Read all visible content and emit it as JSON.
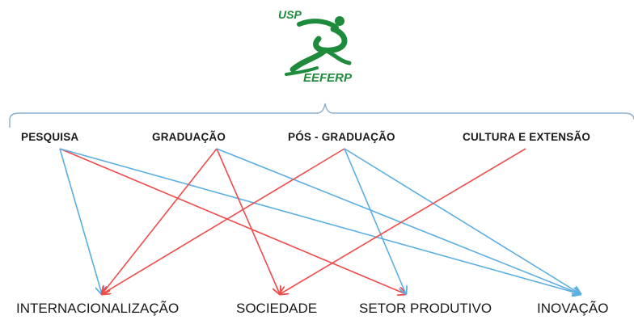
{
  "logo": {
    "top_text": "USP",
    "bottom_text": "EEFERP",
    "color": "#1e8a3c"
  },
  "sources": {
    "pesquisa": "PESQUISA",
    "graduacao": "GRADUAÇÃO",
    "pos_graduacao": "PÓS - GRADUAÇÃO",
    "cultura_extensao": "CULTURA E EXTENSÃO"
  },
  "targets": {
    "internacionalizacao": "INTERNACIONALIZAÇÃO",
    "sociedade": "SOCIEDADE",
    "setor_produtivo": "SETOR PRODUTIVO",
    "inovacao": "INOVAÇÃO"
  },
  "colors": {
    "red_arrow": "#ee4b4b",
    "blue_arrow": "#5aaee2",
    "brace": "#8aaed0"
  },
  "connections": [
    {
      "from": "pesquisa",
      "to": "internacionalizacao",
      "color": "blue"
    },
    {
      "from": "pesquisa",
      "to": "setor_produtivo",
      "color": "red"
    },
    {
      "from": "pesquisa",
      "to": "inovacao",
      "color": "blue"
    },
    {
      "from": "graduacao",
      "to": "internacionalizacao",
      "color": "red"
    },
    {
      "from": "graduacao",
      "to": "sociedade",
      "color": "red"
    },
    {
      "from": "graduacao",
      "to": "inovacao",
      "color": "blue"
    },
    {
      "from": "pos_graduacao",
      "to": "internacionalizacao",
      "color": "red"
    },
    {
      "from": "pos_graduacao",
      "to": "setor_produtivo",
      "color": "blue"
    },
    {
      "from": "pos_graduacao",
      "to": "inovacao",
      "color": "blue"
    },
    {
      "from": "cultura_extensao",
      "to": "sociedade",
      "color": "red"
    }
  ]
}
